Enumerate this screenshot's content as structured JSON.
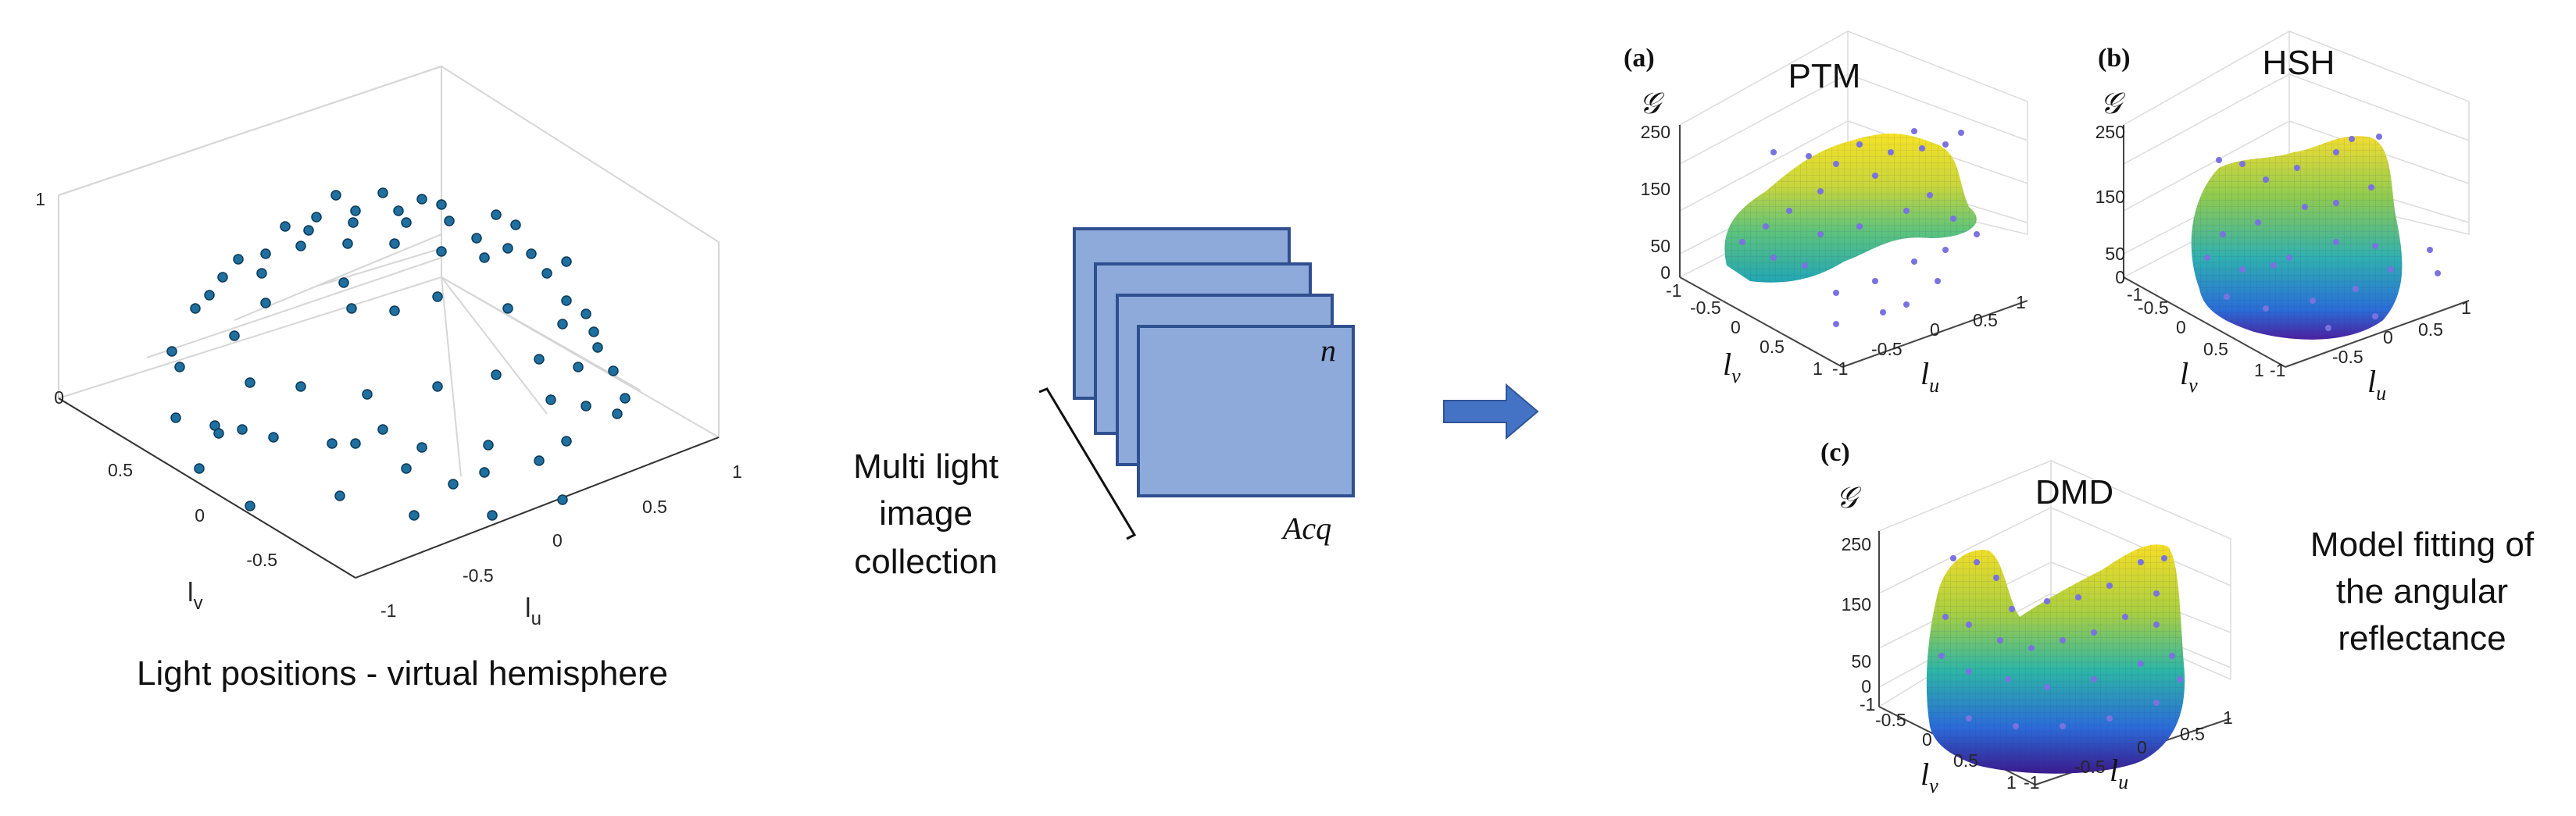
{
  "hemisphere_plot": {
    "z_ticks": [
      "1",
      "0"
    ],
    "lv_ticks": [
      "0.5",
      "0",
      "-0.5"
    ],
    "lu_ticks": [
      "-1",
      "-0.5",
      "0",
      "0.5",
      "1"
    ],
    "lv_label": "l",
    "lv_sub": "v",
    "lu_label": "l",
    "lu_sub": "u",
    "caption": "Light positions - virtual hemisphere",
    "dot_color": "#1f6f9f"
  },
  "collection": {
    "label_lines": [
      "Multi light",
      "image",
      "collection"
    ],
    "stack_count_label": "n",
    "acq_label": "Acq",
    "frame_fill": "#8eaadb",
    "frame_stroke": "#2f4f8f"
  },
  "arrow": {
    "color": "#4472c4"
  },
  "panels": [
    {
      "letter": "(a)",
      "title": "PTM",
      "z_axis": "𝒢",
      "z_ticks": [
        "250",
        "150",
        "50",
        "0"
      ],
      "lv_ticks": [
        "-1",
        "-0.5",
        "0",
        "0.5",
        "1"
      ],
      "lu_ticks": [
        "-1",
        "-0.5",
        "0",
        "0.5",
        "1"
      ],
      "lv_label": "l",
      "lv_sub": "v",
      "lu_label": "l",
      "lu_sub": "u"
    },
    {
      "letter": "(b)",
      "title": "HSH",
      "z_axis": "𝒢",
      "z_ticks": [
        "250",
        "150",
        "50",
        "0"
      ],
      "lv_ticks": [
        "-1",
        "-0.5",
        "0",
        "0.5",
        "1"
      ],
      "lu_ticks": [
        "-1",
        "-0.5",
        "0",
        "0.5",
        "1"
      ],
      "lv_label": "l",
      "lv_sub": "v",
      "lu_label": "l",
      "lu_sub": "u"
    },
    {
      "letter": "(c)",
      "title": "DMD",
      "z_axis": "𝒢",
      "z_ticks": [
        "250",
        "150",
        "50",
        "0"
      ],
      "lv_ticks": [
        "-1",
        "-0.5",
        "0",
        "0.5",
        "1"
      ],
      "lu_ticks": [
        "-1",
        "-0.5",
        "0",
        "0.5",
        "1"
      ],
      "lv_label": "l",
      "lv_sub": "v",
      "lu_label": "l",
      "lu_sub": "u"
    }
  ],
  "model_caption_lines": [
    "Model fitting of",
    "the angular",
    "reflectance"
  ]
}
